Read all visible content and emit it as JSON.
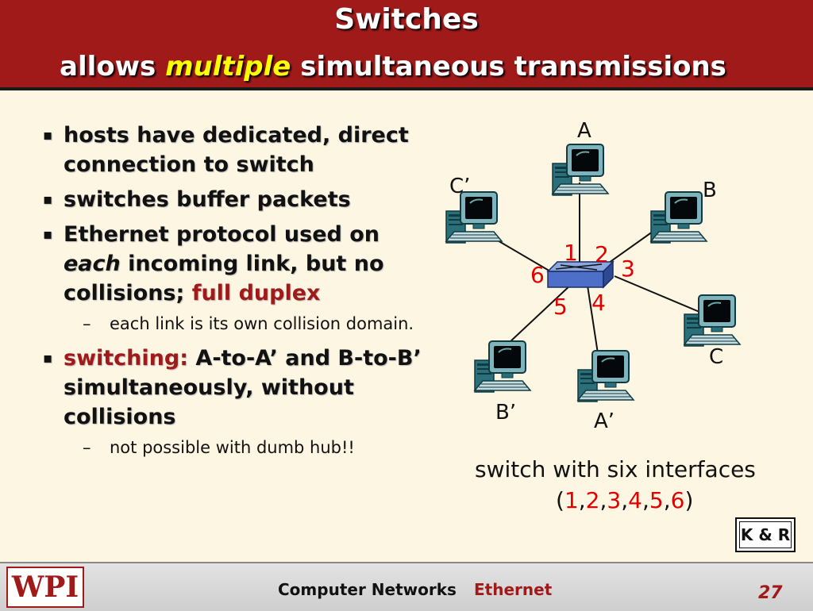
{
  "header": {
    "title_line1": "Switches",
    "title_line2_pre": "allows",
    "title_line2_highlight": "multiple",
    "title_line2_post": "simultaneous transmissions"
  },
  "bullets": {
    "b1": "hosts have dedicated, direct connection to switch",
    "b2": "switches buffer packets",
    "b3_part1": "Ethernet protocol used on",
    "b3_each": "each",
    "b3_part2": "incoming link, but no collisions;",
    "b3_red": "full duplex",
    "b3_sub": "each link is its own collision domain.",
    "b4_red": "switching:",
    "b4_rest": "A-to-A’ and B-to-B’ simultaneously, without collisions",
    "b4_sub": "not possible with dumb hub!!"
  },
  "diagram": {
    "hosts": {
      "A": "A",
      "B": "B",
      "C": "C",
      "A_prime": "A’",
      "B_prime": "B’",
      "C_prime": "C’"
    },
    "interfaces": [
      "1",
      "2",
      "3",
      "4",
      "5",
      "6"
    ],
    "caption_line1": "switch with six interfaces",
    "caption_open": "(",
    "caption_nums": [
      "1",
      "2",
      "3",
      "4",
      "5",
      "6"
    ],
    "caption_close": ")",
    "credit": "K & R"
  },
  "footer": {
    "logo": "WPI",
    "course": "Computer Networks",
    "topic": "Ethernet",
    "page": "27"
  },
  "colors": {
    "header_bg": "#a01a1a",
    "highlight": "#ffff00",
    "accent_red": "#e00000",
    "body_bg": "#fdf6e3"
  }
}
